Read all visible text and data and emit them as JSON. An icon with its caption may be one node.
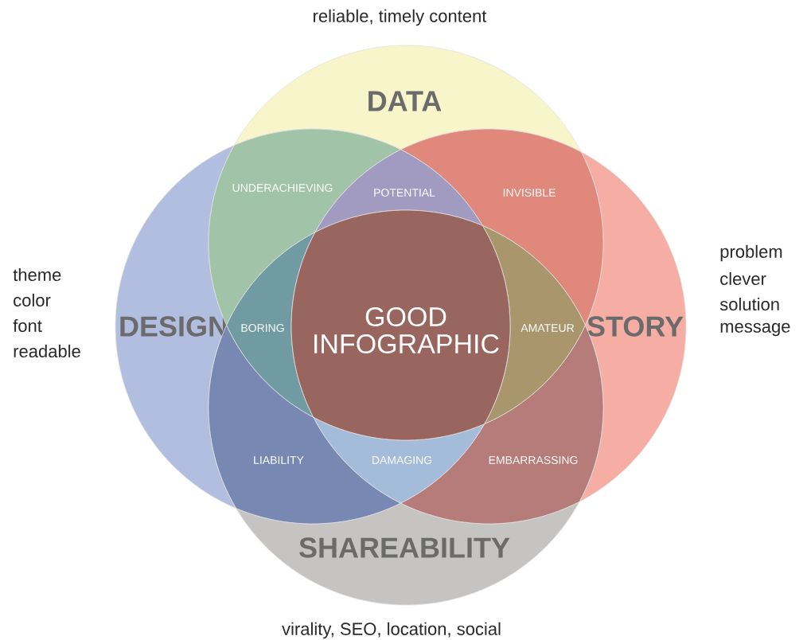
{
  "diagram": {
    "nodes": [
      {
        "text": [
          "DATA"
        ],
        "beside": [
          "reliable, timely content"
        ]
      },
      {
        "text": [
          "DESIGN"
        ],
        "beside": [
          "theme",
          "color",
          "font",
          "readable"
        ]
      },
      {
        "text": [
          "STORY"
        ],
        "beside": [
          "problem",
          "clever",
          "solution",
          "message"
        ]
      },
      {
        "text": [
          "SHAREABILITY"
        ],
        "beside": [
          "virality, SEO, location, social"
        ]
      },
      {
        "text": [
          "UNDERACHIEVING"
        ]
      },
      {
        "text": [
          "POTENTIAL"
        ]
      },
      {
        "text": [
          "INVISIBLE"
        ]
      },
      {
        "text": [
          "BORING"
        ]
      },
      {
        "text": [
          "GOOD INFOGRAPHIC"
        ]
      },
      {
        "text": [
          "AMATEUR"
        ]
      },
      {
        "text": [
          "LIABILITY"
        ]
      },
      {
        "text": [
          "DAMAGING"
        ]
      },
      {
        "text": [
          "EMBARRASSING"
        ]
      }
    ]
  }
}
